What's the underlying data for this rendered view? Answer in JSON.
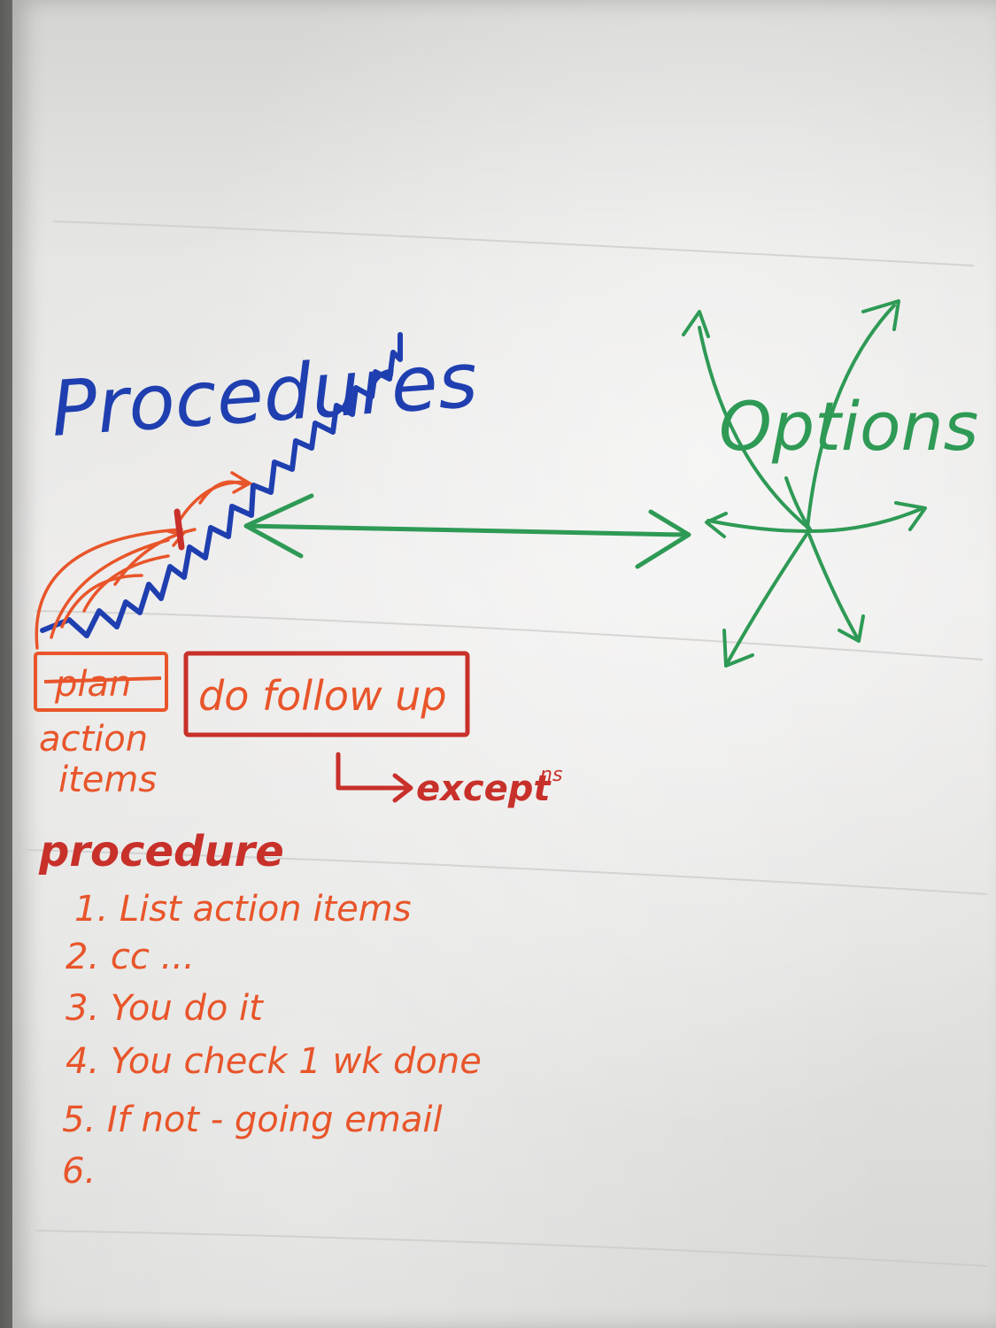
{
  "flipchart": {
    "title_left": "Procedures",
    "title_right": "Options",
    "box_left_text": "plan",
    "box_right_text": "do follow up",
    "label_action_1": "action",
    "label_action_2": "items",
    "label_exceptions": "except",
    "label_exceptions_sup": "ns",
    "procedure_heading": "procedure",
    "procedure_steps": [
      "1. List action items",
      "2. cc ...",
      "3. You do it",
      "4. You check 1 wk done",
      "5. If not - going email",
      "6."
    ]
  },
  "colors": {
    "blue": "#1f3fb0",
    "orange": "#e8552a",
    "dark_red": "#c8302a",
    "green": "#2e9a55"
  }
}
